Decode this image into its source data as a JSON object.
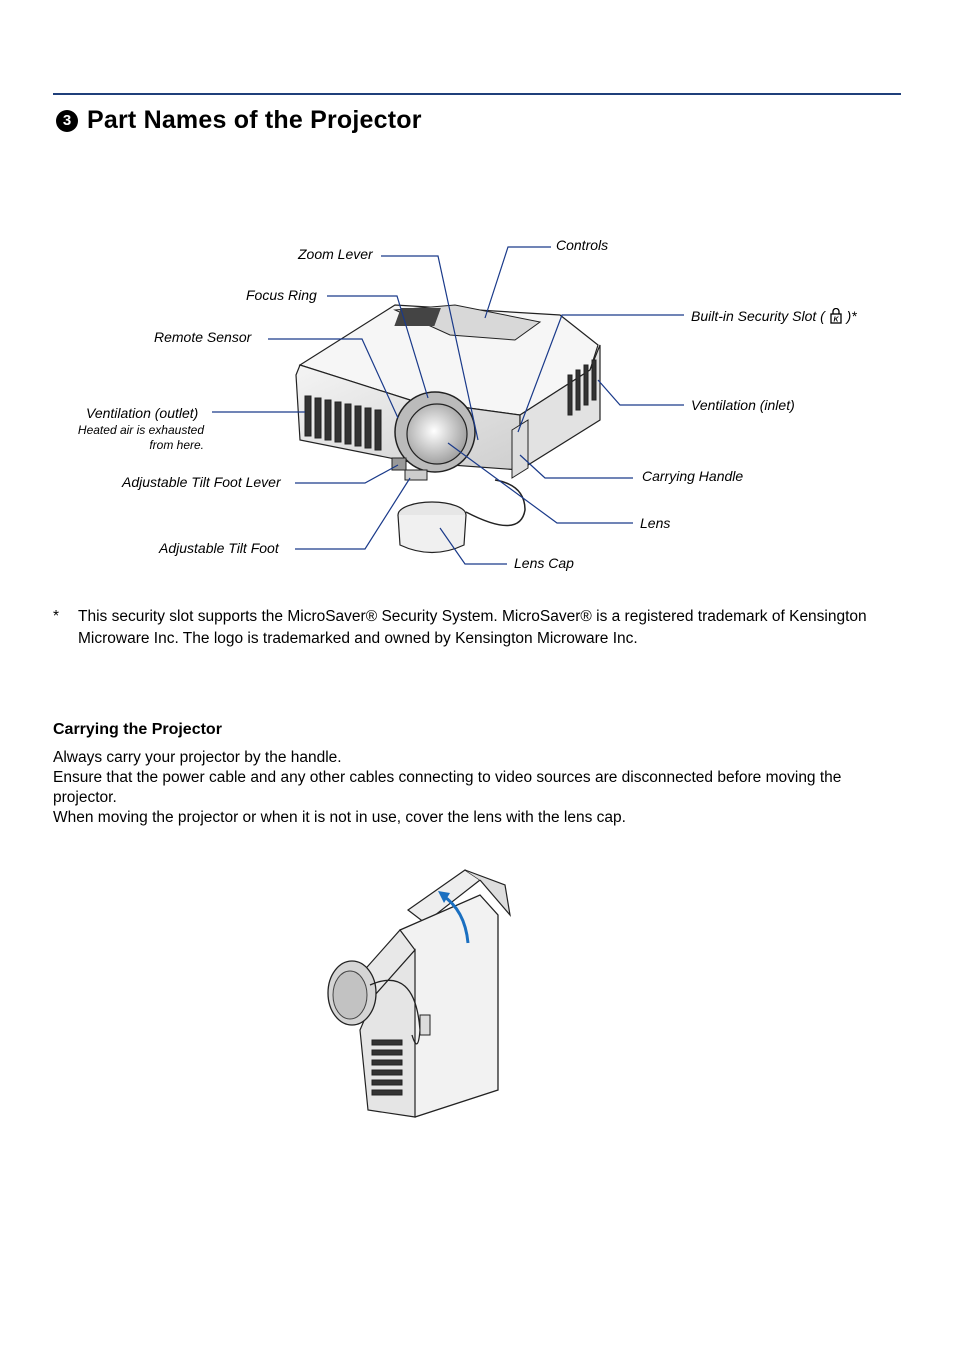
{
  "section": {
    "number": "3",
    "title": "Part Names of the Projector"
  },
  "labels": {
    "zoom_lever": "Zoom Lever",
    "controls": "Controls",
    "focus_ring": "Focus Ring",
    "security_slot": "Built-in Security Slot (",
    "security_slot_suffix": ")*",
    "remote_sensor": "Remote Sensor",
    "ventilation_outlet": "Ventilation (outlet)",
    "ventilation_outlet_note_1": "Heated air is exhausted",
    "ventilation_outlet_note_2": "from here.",
    "ventilation_inlet": "Ventilation (inlet)",
    "carrying_handle": "Carrying Handle",
    "tilt_foot_lever": "Adjustable Tilt Foot Lever",
    "lens": "Lens",
    "tilt_foot": "Adjustable Tilt Foot",
    "lens_cap": "Lens Cap"
  },
  "footnote": {
    "marker": "*",
    "text": "This security slot supports the MicroSaver® Security System. MicroSaver® is a registered trademark of Kensington Microware Inc. The logo is trademarked and owned by Kensington Microware Inc."
  },
  "carrying": {
    "title": "Carrying the Projector",
    "paragraphs": [
      "Always carry your projector by the handle.",
      "Ensure that the power cable and any other cables connecting to video sources are disconnected before moving the projector.",
      "When moving the projector or when it is not in use, cover the lens with the lens cap."
    ]
  },
  "colors": {
    "accent": "#1f3f7a",
    "leader_line": "#1a3a8a",
    "arrow": "#1a6fc0"
  }
}
